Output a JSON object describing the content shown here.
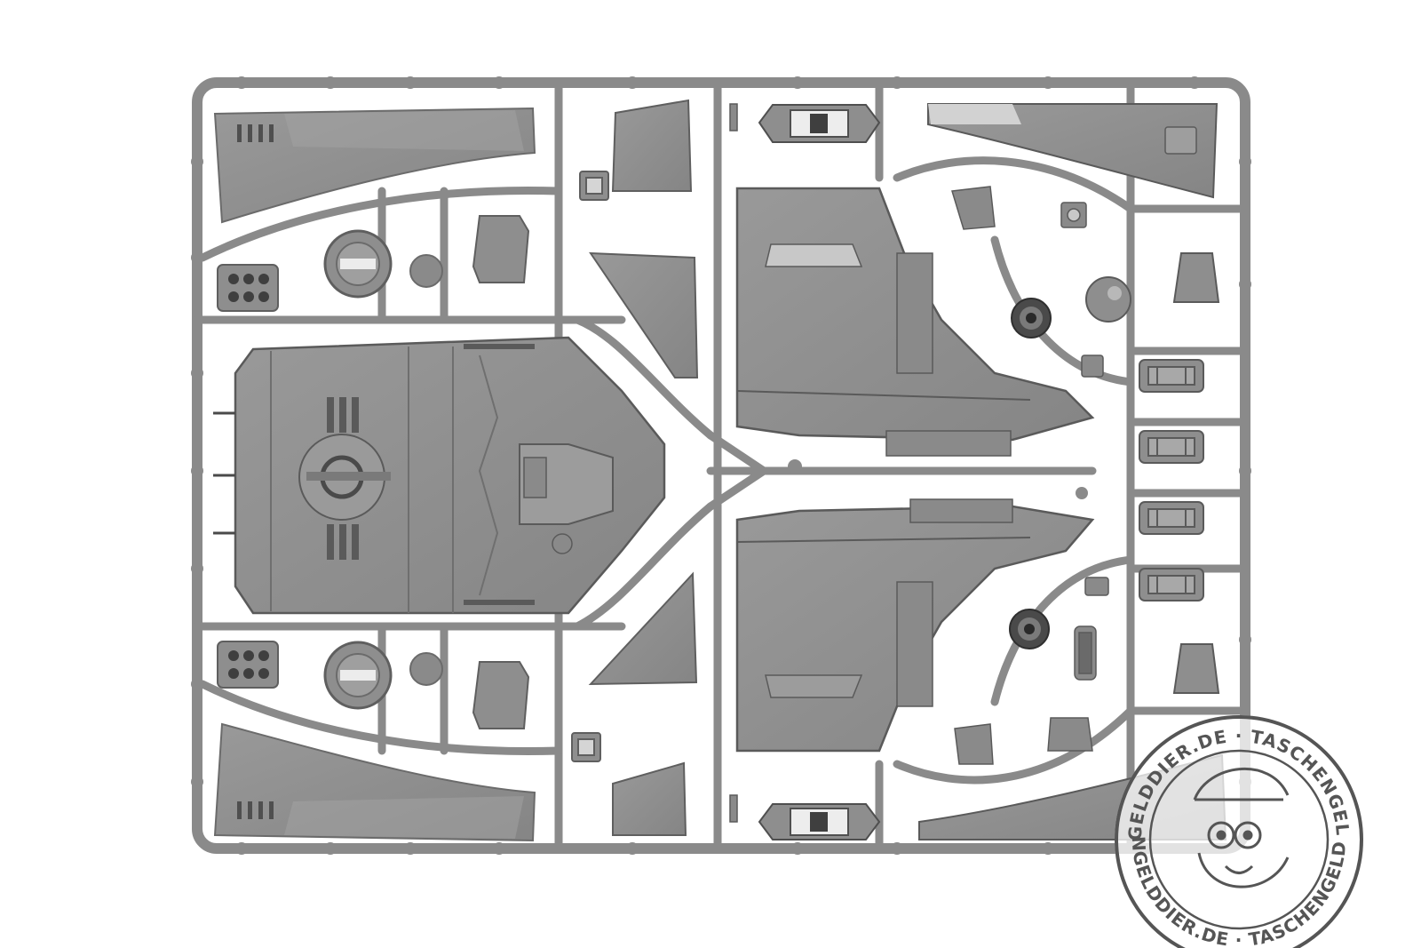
{
  "photo": {
    "subject": "sprue",
    "background_color": "#ffffff",
    "plastic_color": "#8e8e8e",
    "plastic_dark": "#6b6b6b",
    "plastic_light": "#b3b3b3"
  },
  "watermark": {
    "upper_text": "TASCHENGELDDIER.DE · TASCHENGELDDIER.DE",
    "lower_text": "TASCHENGELDDIER.DE · TASCHENGELDDIER.DE",
    "stroke_color": "#555555"
  }
}
